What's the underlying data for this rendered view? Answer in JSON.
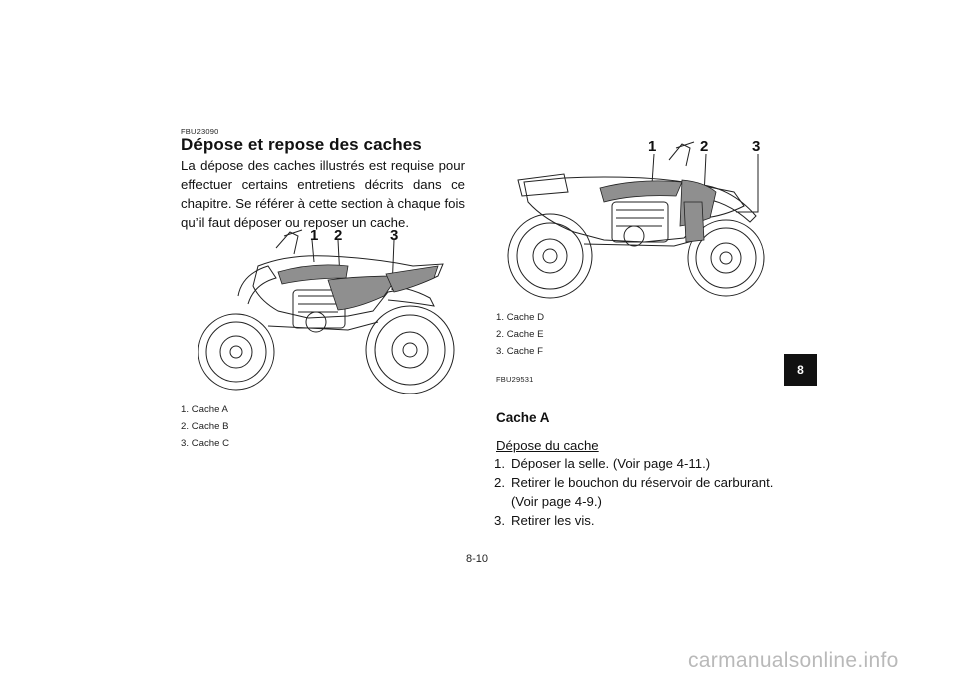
{
  "section_code": "FBU23090",
  "title": "Dépose et repose des caches",
  "intro": "La dépose des caches illustrés est requise pour effectuer certains entretiens décrits dans ce chapitre. Se référer à cette section à chaque fois qu’il faut déposer ou reposer un cache.",
  "figure1": {
    "callouts": [
      "1",
      "2",
      "3"
    ],
    "captions": [
      {
        "num": "1.",
        "text": "Cache A"
      },
      {
        "num": "2.",
        "text": "Cache B"
      },
      {
        "num": "3.",
        "text": "Cache C"
      }
    ]
  },
  "figure2": {
    "callouts": [
      "1",
      "2",
      "3"
    ],
    "captions": [
      {
        "num": "1.",
        "text": "Cache D"
      },
      {
        "num": "2.",
        "text": "Cache E"
      },
      {
        "num": "3.",
        "text": "Cache F"
      }
    ]
  },
  "section2_code": "FBU29531",
  "subheading": "Cache A",
  "removal_heading": "Dépose du cache",
  "steps": [
    {
      "num": "1.",
      "lines": [
        "Déposer la selle. (Voir page 4-11.)"
      ]
    },
    {
      "num": "2.",
      "lines": [
        "Retirer le bouchon du réservoir de carburant.",
        "(Voir page 4-9.)"
      ]
    },
    {
      "num": "3.",
      "lines": [
        "Retirer les vis."
      ]
    }
  ],
  "chapter_tab": "8",
  "page_number": "8-10",
  "watermark": "carmanualsonline.info",
  "colors": {
    "cover_fill": "#8f8f8f",
    "tab_bg": "#111111",
    "watermark": "#b9b9b9"
  }
}
